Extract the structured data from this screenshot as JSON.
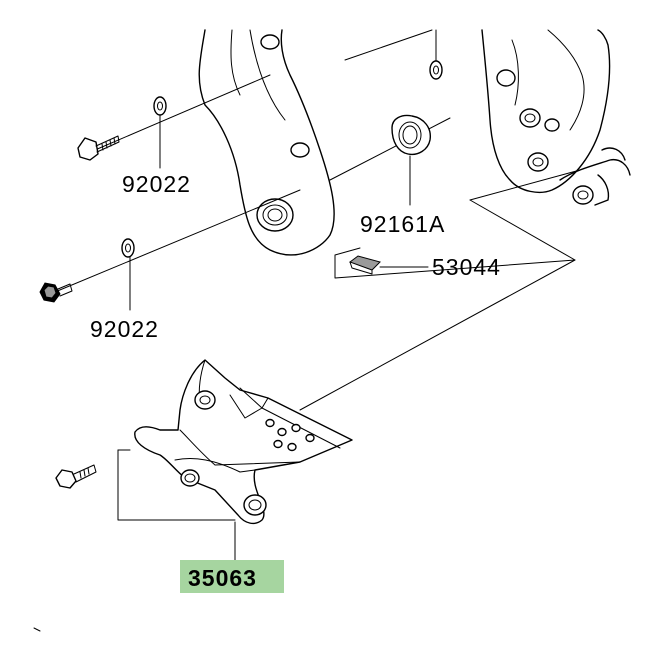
{
  "parts": {
    "washer_upper": {
      "number": "92022"
    },
    "washer_lower": {
      "number": "92022"
    },
    "bushing": {
      "number": "92161A"
    },
    "clip": {
      "number": "53044"
    },
    "bracket": {
      "number": "35063",
      "highlight_color": "#a6d5a0"
    }
  },
  "colors": {
    "line": "#000000",
    "background": "#ffffff"
  }
}
